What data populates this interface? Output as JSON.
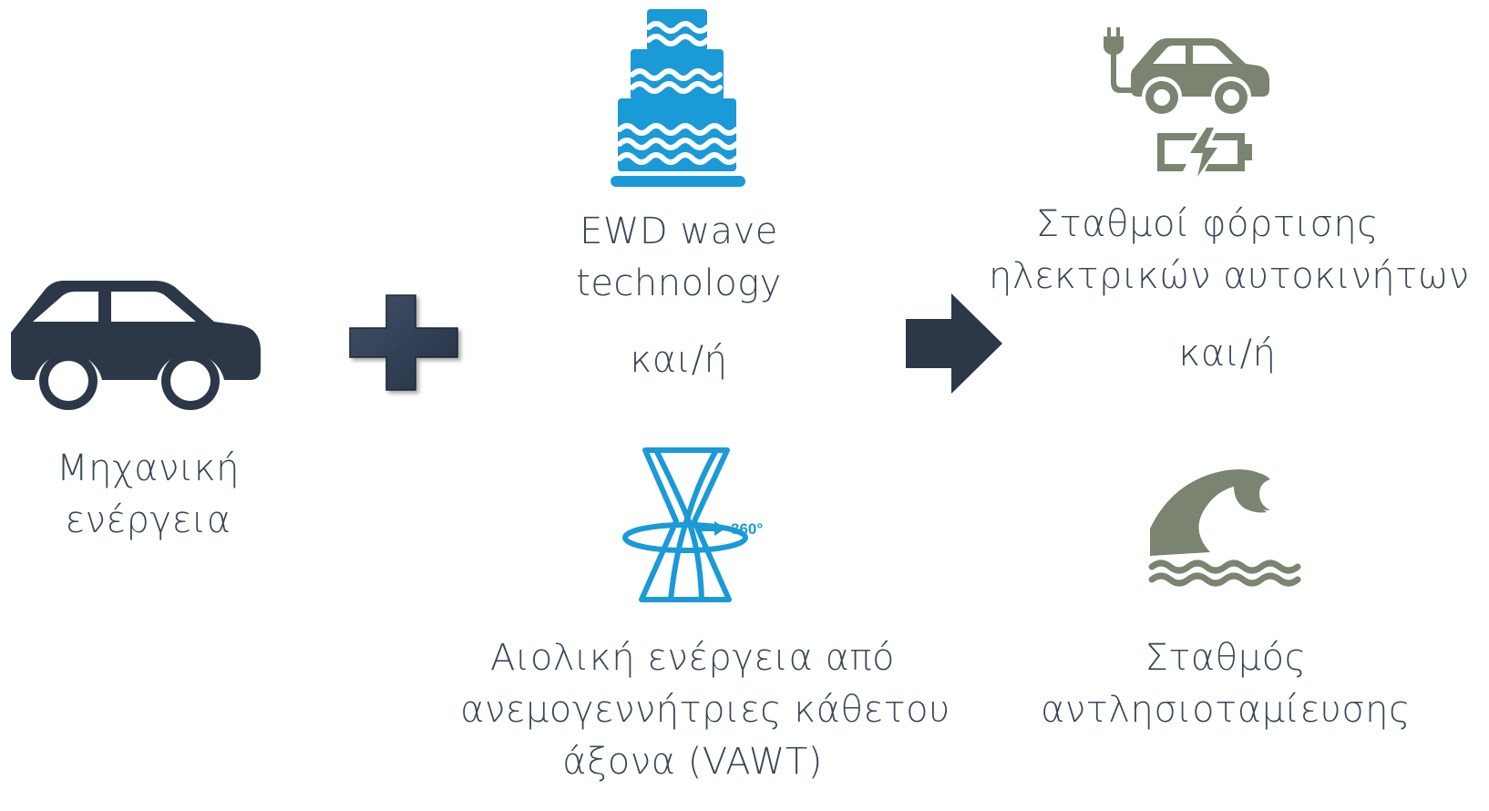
{
  "colors": {
    "dark_navy": "#2c3848",
    "water_blue": "#1a9ad6",
    "olive_green": "#7a8471"
  },
  "icons": {
    "car": "car-icon",
    "plus": "plus-icon",
    "wave_device": "ewd-wave-icon",
    "turbine": "vawt-turbine-icon",
    "arrow": "arrow-right-icon",
    "ev_charging": "ev-charging-icon",
    "battery": "battery-charging-icon",
    "ocean_wave": "ocean-wave-icon"
  },
  "source": {
    "label_line1": "Μηχανική",
    "label_line2": "ενέργεια"
  },
  "inputs": {
    "ewd_line1": "EWD wave",
    "ewd_line2": "technology",
    "conjunction": "και/ή",
    "wind_line1": "Αιολική ενέργεια από",
    "wind_line2": "ανεμογεννήτριες κάθετου",
    "wind_line3": "άξονα (VAWT)",
    "turbine_angle": "360°"
  },
  "outputs": {
    "charging_line1": "Σταθμοί φόρτισης",
    "charging_line2": "ηλεκτρικών αυτοκινήτων",
    "conjunction": "και/ή",
    "pumped_line1": "Σταθμός",
    "pumped_line2": "αντλησιοταμίευσης"
  }
}
